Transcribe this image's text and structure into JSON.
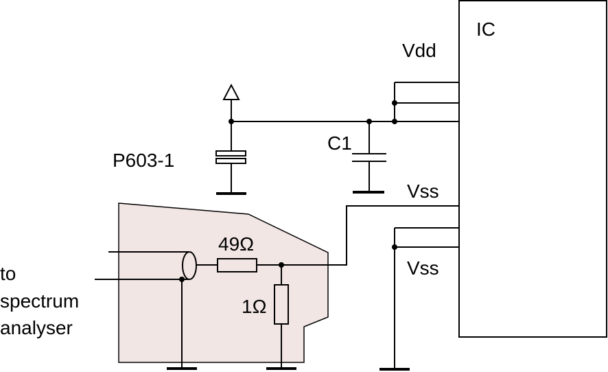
{
  "diagram": {
    "ic_label": "IC",
    "vdd_label": "Vdd",
    "vss_label_top": "Vss",
    "vss_label_bottom": "Vss",
    "probe_label": "P603-1",
    "capacitor_label": "C1",
    "resistor_series_label": "49Ω",
    "resistor_shunt_label": "1Ω",
    "output_label_lines": [
      "to",
      "spectrum",
      "analyser"
    ],
    "colors": {
      "probe_body_fill": "#f2e6e4",
      "line": "#000000"
    }
  }
}
